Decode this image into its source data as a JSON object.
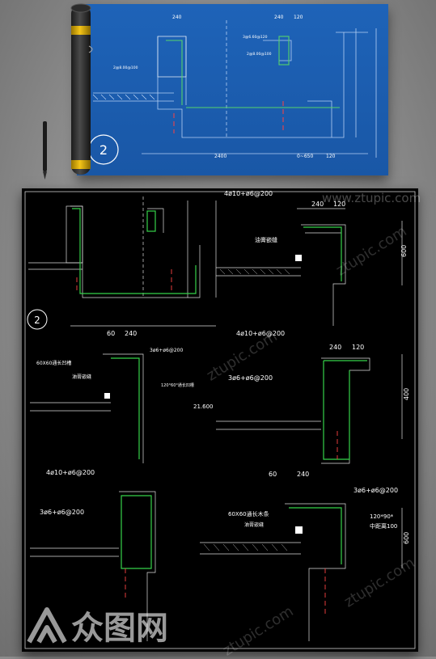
{
  "blueprint": {
    "circle_number": "2",
    "dims_top": [
      "240",
      "240",
      "120"
    ],
    "dims_bottom": [
      "2400",
      "0~650",
      "120"
    ],
    "elev_labels": [
      "3@6.60@120",
      "2@8.00@100",
      "2@8.00@100"
    ]
  },
  "panel": {
    "circle_number": "2",
    "watermark": "www.ztupic.com",
    "watermark_diag": "ztupic.com",
    "detail_a": {
      "rebar_top": "4ø10+ø6@200",
      "dims": [
        "240",
        "120"
      ],
      "height": "600",
      "label": "油膏嵌缝"
    },
    "detail_b": {
      "rebar_top": "4ø10+ø6@200",
      "dims": [
        "240",
        "120"
      ],
      "height": "400",
      "label_rebar": "3ø6+ø6@200"
    },
    "detail_c": {
      "dims": [
        "60",
        "240"
      ],
      "label_rebar": "3ø6+ø6@200",
      "label_groove": "60X60通长凹槽",
      "label_seal": "油膏嵌缝",
      "label_note": "120°60°通长凹槽",
      "level": "21.600"
    },
    "detail_d": {
      "rebar_top": "4ø10+ø6@200",
      "label_rebar": "3ø6+ø6@200"
    },
    "detail_e": {
      "dims": [
        "60",
        "240"
      ],
      "rebar_top": "3ø6+ø6@200",
      "label_strip": "60X60通长木条",
      "label_seal": "油膏嵌缝",
      "label_angle": "120*90*",
      "label_spacing": "中距离100",
      "height": "600"
    }
  },
  "brand": {
    "logo_text": "众图网",
    "footer_watermark": "ztupic.com"
  }
}
